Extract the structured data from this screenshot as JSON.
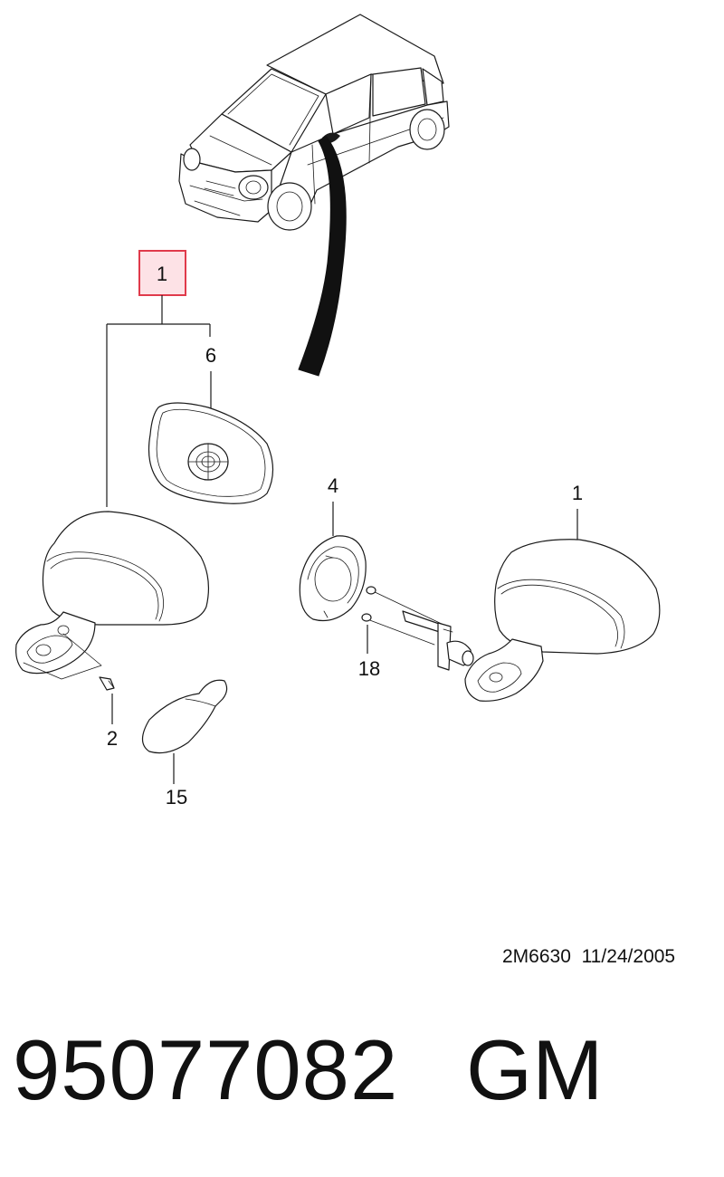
{
  "callouts": {
    "c1_top": "1",
    "c6": "6",
    "c4": "4",
    "c1_right": "1",
    "c18": "18",
    "c2": "2",
    "c15": "15"
  },
  "colors": {
    "highlight_fill": "#fde2e6",
    "highlight_border": "#e03a4b",
    "line": "#1a1a1a"
  },
  "footer": {
    "diagram_code": "2M6630",
    "date": "11/24/2005",
    "part_number": "95077082",
    "brand": "GM"
  }
}
